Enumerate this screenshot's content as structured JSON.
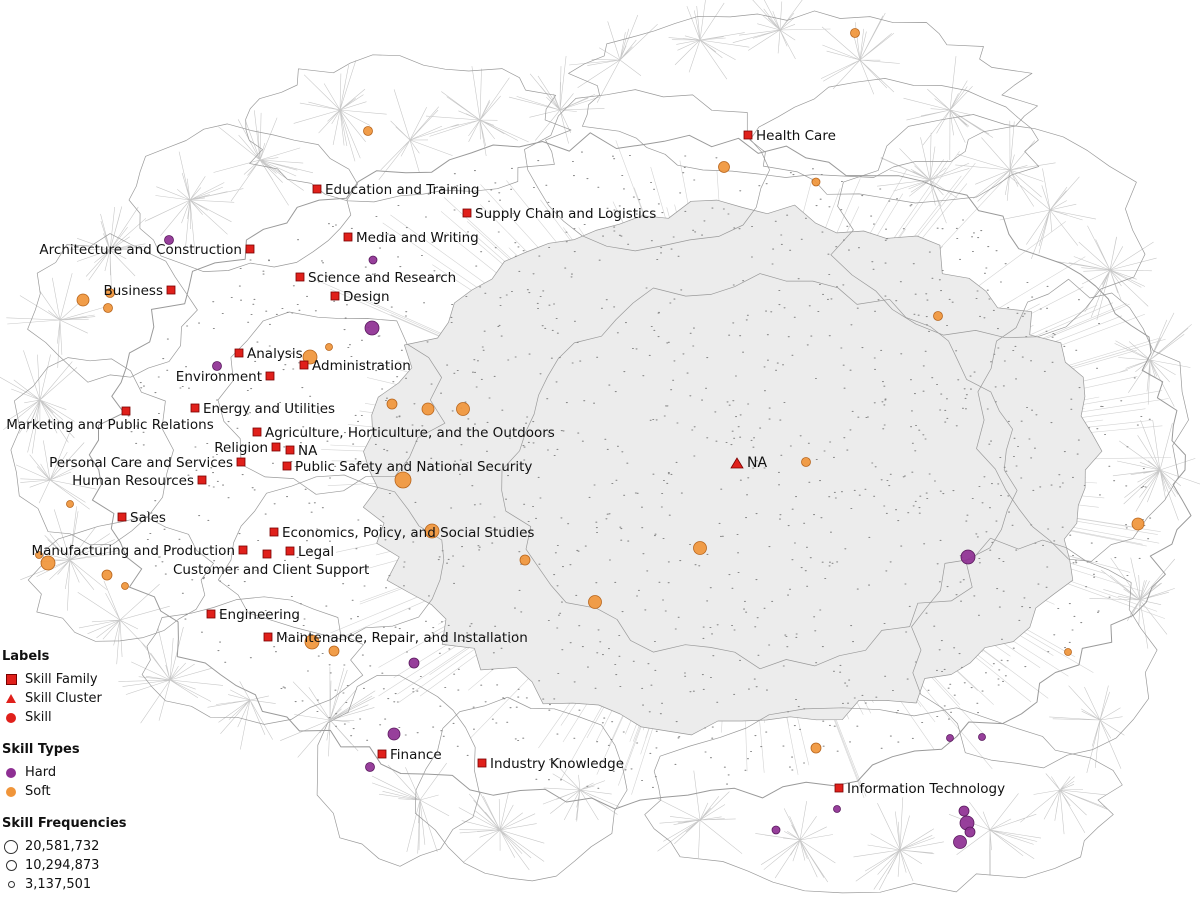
{
  "colors": {
    "family": "#e0201b",
    "cluster": "#e0201b",
    "skill": "#e0201b",
    "hard": "#8e2f93",
    "soft": "#f0953a",
    "edge": "#c8c8c8",
    "outline": "#9a9a9a"
  },
  "family_labels": [
    {
      "id": "health-care",
      "text": "Health Care"
    },
    {
      "id": "education-and-training",
      "text": "Education and Training"
    },
    {
      "id": "supply-chain-and-logistics",
      "text": "Supply Chain and Logistics"
    },
    {
      "id": "media-and-writing",
      "text": "Media and Writing"
    },
    {
      "id": "architecture-and-construction",
      "text": "Architecture and Construction"
    },
    {
      "id": "science-and-research",
      "text": "Science and Research"
    },
    {
      "id": "business",
      "text": "Business"
    },
    {
      "id": "design",
      "text": "Design"
    },
    {
      "id": "analysis",
      "text": "Analysis"
    },
    {
      "id": "administration",
      "text": "Administration"
    },
    {
      "id": "environment",
      "text": "Environment"
    },
    {
      "id": "energy-and-utilities",
      "text": "Energy and Utilities"
    },
    {
      "id": "marketing-and-public-relations",
      "text": "Marketing and Public Relations"
    },
    {
      "id": "agriculture",
      "text": "Agriculture, Horticulture, and the Outdoors"
    },
    {
      "id": "religion",
      "text": "Religion"
    },
    {
      "id": "na-family",
      "text": "NA"
    },
    {
      "id": "personal-care-and-services",
      "text": "Personal Care and Services"
    },
    {
      "id": "public-safety",
      "text": "Public Safety and National Security"
    },
    {
      "id": "human-resources",
      "text": "Human Resources"
    },
    {
      "id": "sales",
      "text": "Sales"
    },
    {
      "id": "economics-policy",
      "text": "Economics, Policy, and Social Studies"
    },
    {
      "id": "manufacturing-and-production",
      "text": "Manufacturing and Production"
    },
    {
      "id": "legal",
      "text": "Legal"
    },
    {
      "id": "customer-and-client-support",
      "text": "Customer and Client Support"
    },
    {
      "id": "engineering",
      "text": "Engineering"
    },
    {
      "id": "maintenance-repair",
      "text": "Maintenance, Repair, and Installation"
    },
    {
      "id": "finance",
      "text": "Finance"
    },
    {
      "id": "industry-knowledge",
      "text": "Industry Knowledge"
    },
    {
      "id": "information-technology",
      "text": "Information Technology"
    }
  ],
  "cluster_label": {
    "text": "NA"
  },
  "legend": {
    "labels_title": "Labels",
    "labels_items": [
      "Skill Family",
      "Skill Cluster",
      "Skill"
    ],
    "types_title": "Skill Types",
    "types_items": [
      "Hard",
      "Soft"
    ],
    "freq_title": "Skill Frequencies",
    "freq_items": [
      "20,581,732",
      "10,294,873",
      "3,137,501"
    ]
  }
}
